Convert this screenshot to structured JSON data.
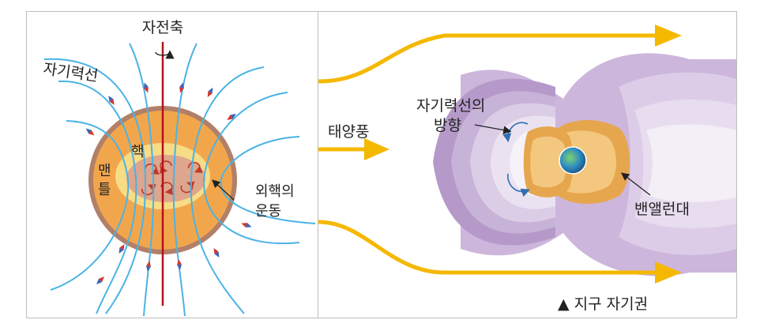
{
  "left": {
    "rotation_axis_label": "자전축",
    "field_line_label": "자기력선",
    "core_label": "핵",
    "mantle_label_line1": "맨",
    "mantle_label_line2": "틀",
    "outer_core_motion_label_line1": "외핵의",
    "outer_core_motion_label_line2": "운동"
  },
  "right": {
    "solar_wind_label": "태양풍",
    "field_direction_label_line1": "자기력선의",
    "field_direction_label_line2": "방향",
    "van_allen_label": "밴앨런대",
    "caption": "▲ 지구 자기권"
  },
  "colors": {
    "axis": "#b5121b",
    "field_line": "#4ab3e6",
    "mantle": "#f2a64c",
    "crust_rim": "#b28068",
    "outer_core": "#f7dc86",
    "inner_core": "#d9a08e",
    "solar_wind": "#f5b800",
    "magnetosphere": "#b59ac9",
    "van_allen": "#ecb464"
  }
}
